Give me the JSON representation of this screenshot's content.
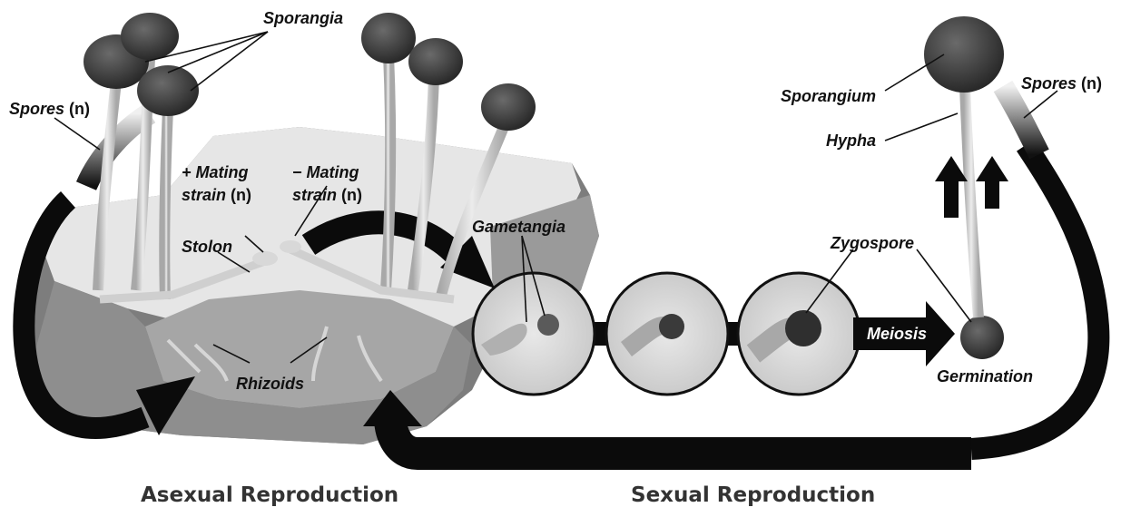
{
  "labels": {
    "sporangia": "Sporangia",
    "spores_left": "Spores",
    "spores_left_n": "(n)",
    "plus_mating_1": "+ Mating",
    "plus_mating_2": "strain",
    "plus_mating_n": "(n)",
    "minus_mating_1": "− Mating",
    "minus_mating_2": "strain",
    "minus_mating_n": "(n)",
    "stolon": "Stolon",
    "rhizoids": "Rhizoids",
    "gametangia": "Gametangia",
    "zygospore": "Zygospore",
    "meiosis": "Meiosis",
    "germination": "Germination",
    "sporangium": "Sporangium",
    "hypha": "Hypha",
    "spores_right": "Spores",
    "spores_right_n": "(n)"
  },
  "captions": {
    "asexual": "Asexual Reproduction",
    "sexual": "Sexual Reproduction"
  },
  "colors": {
    "arrow": "#0b0b0b",
    "bread_light": "#e4e4e4",
    "bread_mid": "#bdbdbd",
    "bread_dark": "#7a7a7a",
    "sporangium": "#3a3a3a",
    "stalk": "#d2d2d2"
  }
}
